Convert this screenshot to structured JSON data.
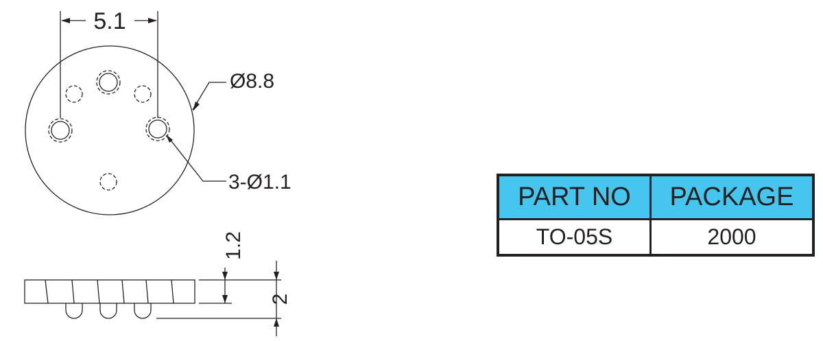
{
  "dimensions": {
    "hole_spacing": "5.1",
    "outer_diameter": "Ø8.8",
    "hole_callout": "3-Ø1.1",
    "thickness": "1.2",
    "total_height": "2"
  },
  "table": {
    "headers": [
      "PART NO",
      "PACKAGE"
    ],
    "row": [
      "TO-05S",
      "2000"
    ]
  },
  "colors": {
    "line": "#231f20",
    "table_header_fill": "#44c6ee"
  }
}
